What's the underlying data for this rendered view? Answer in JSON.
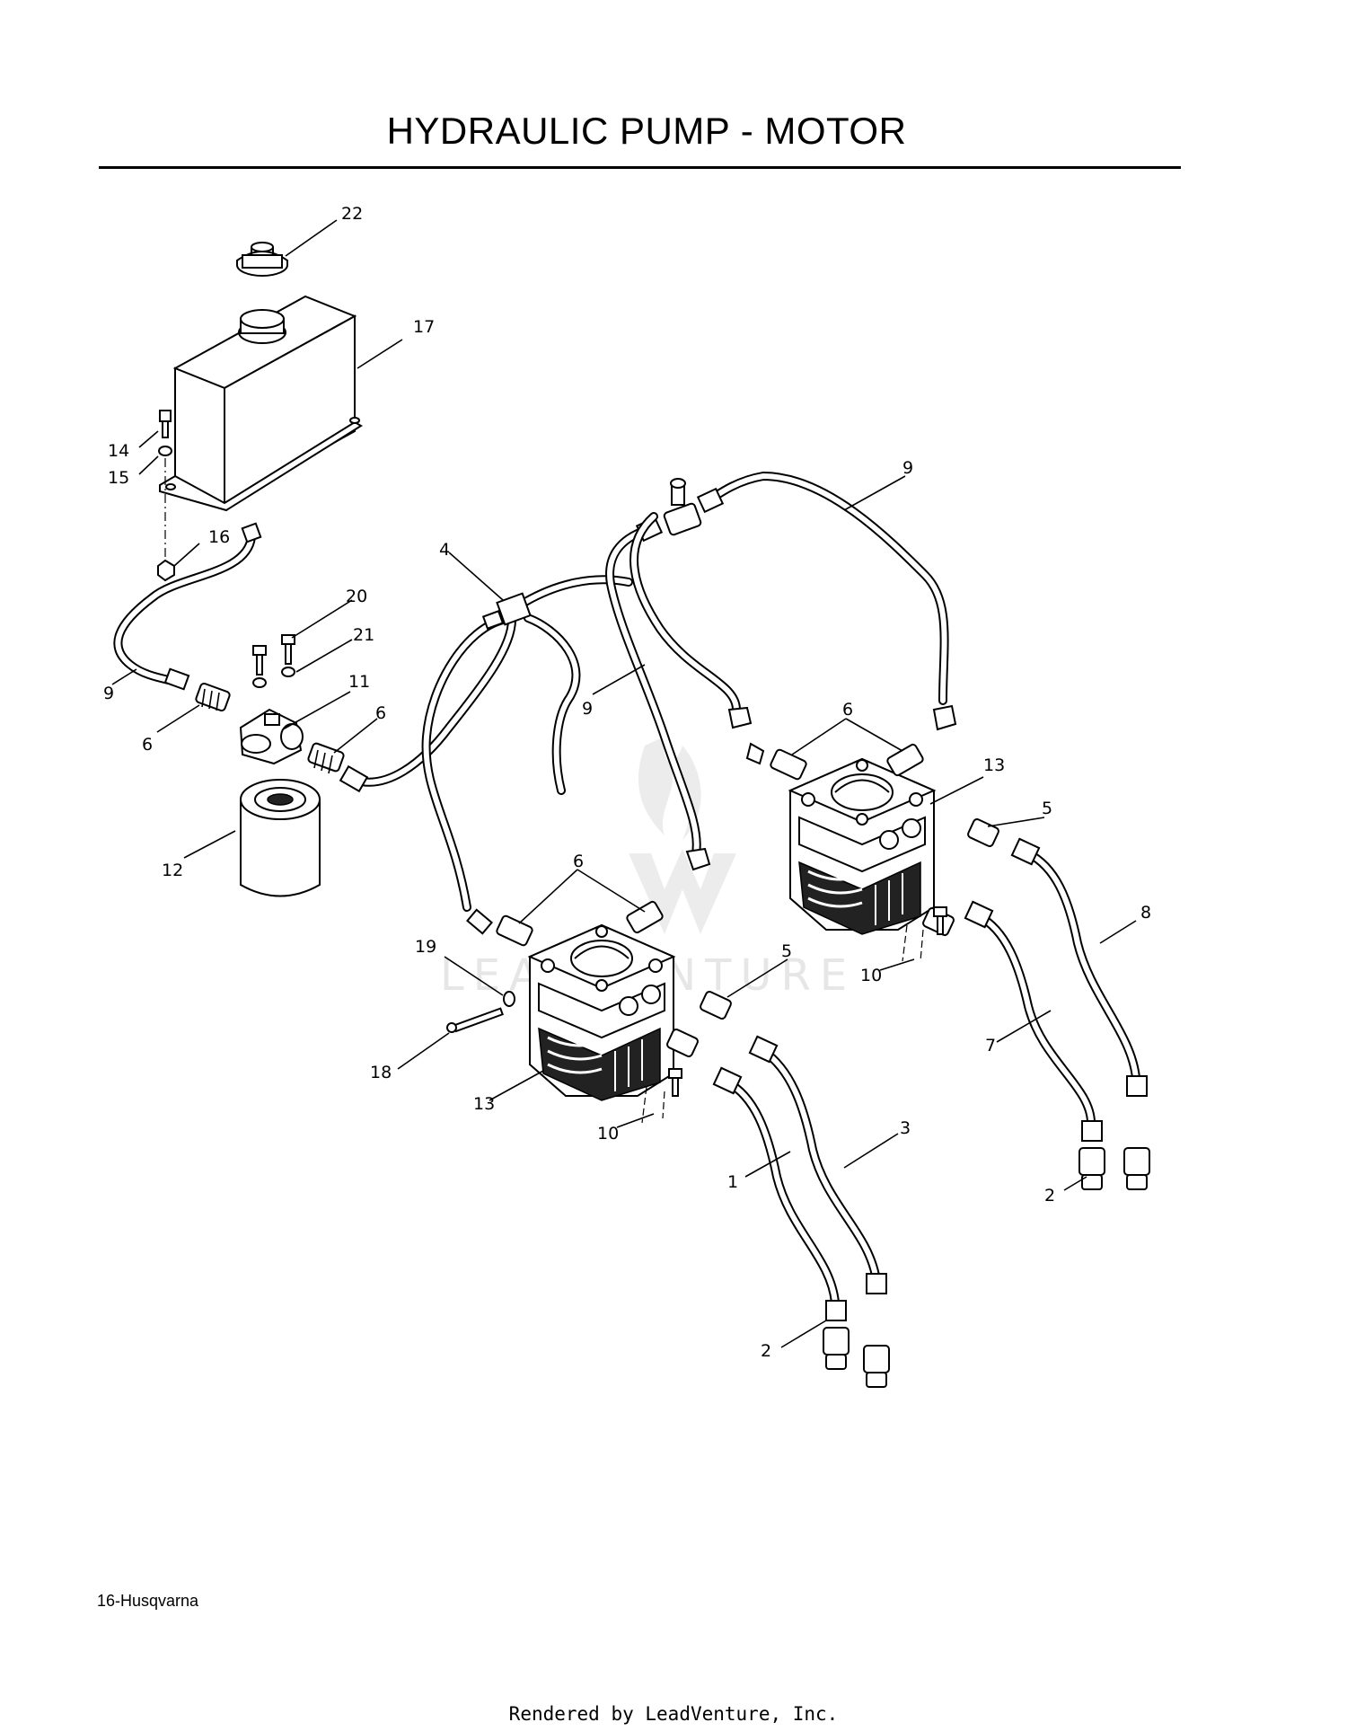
{
  "header": {
    "title": "HYDRAULIC PUMP - MOTOR"
  },
  "footer": {
    "page_label": "16-Husqvarna",
    "rendered_by": "Rendered by LeadVenture, Inc."
  },
  "watermark": {
    "text": "LEADVENTURE"
  },
  "callouts": {
    "c22": "22",
    "c17": "17",
    "c14": "14",
    "c15": "15",
    "c16": "16",
    "c9a": "9",
    "c9b": "9",
    "c9c": "9",
    "c4": "4",
    "c20": "20",
    "c21": "21",
    "c11": "11",
    "c6a": "6",
    "c6b": "6",
    "c6c": "6",
    "c6d": "6",
    "c12": "12",
    "c13a": "13",
    "c13b": "13",
    "c5a": "5",
    "c5b": "5",
    "c19": "19",
    "c18": "18",
    "c10a": "10",
    "c10b": "10",
    "c8": "8",
    "c7": "7",
    "c3": "3",
    "c1": "1",
    "c2a": "2",
    "c2b": "2"
  }
}
